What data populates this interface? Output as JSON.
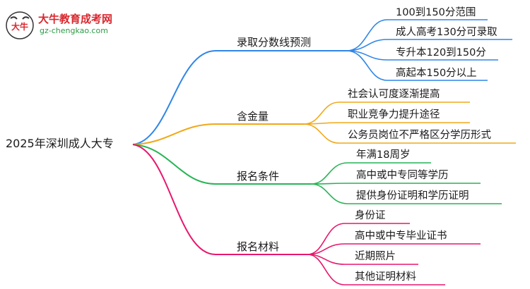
{
  "brand": {
    "name": "大牛教育成考网",
    "url": "gz-chengkao.com",
    "logo_text": "大牛"
  },
  "root": "2025年深圳成人大专",
  "branches": [
    {
      "label": "录取分数线预测",
      "color": "#2f86e8",
      "items": [
        "100到150分范围",
        "成人高考130分可录取",
        "专升本120到150分",
        "高起本150分以上"
      ]
    },
    {
      "label": "含金量",
      "color": "#f0a818",
      "items": [
        "社会认可度逐渐提高",
        "职业竞争力提升途径",
        "公务员岗位不严格区分学历形式"
      ]
    },
    {
      "label": "报名条件",
      "color": "#27b455",
      "items": [
        "年满18周岁",
        "高中或中专同等学历",
        "提供身份证明和学历证明"
      ]
    },
    {
      "label": "报名材料",
      "color": "#e8176d",
      "items": [
        "身份证",
        "高中或中专毕业证书",
        "近期照片",
        "其他证明材料"
      ]
    }
  ]
}
